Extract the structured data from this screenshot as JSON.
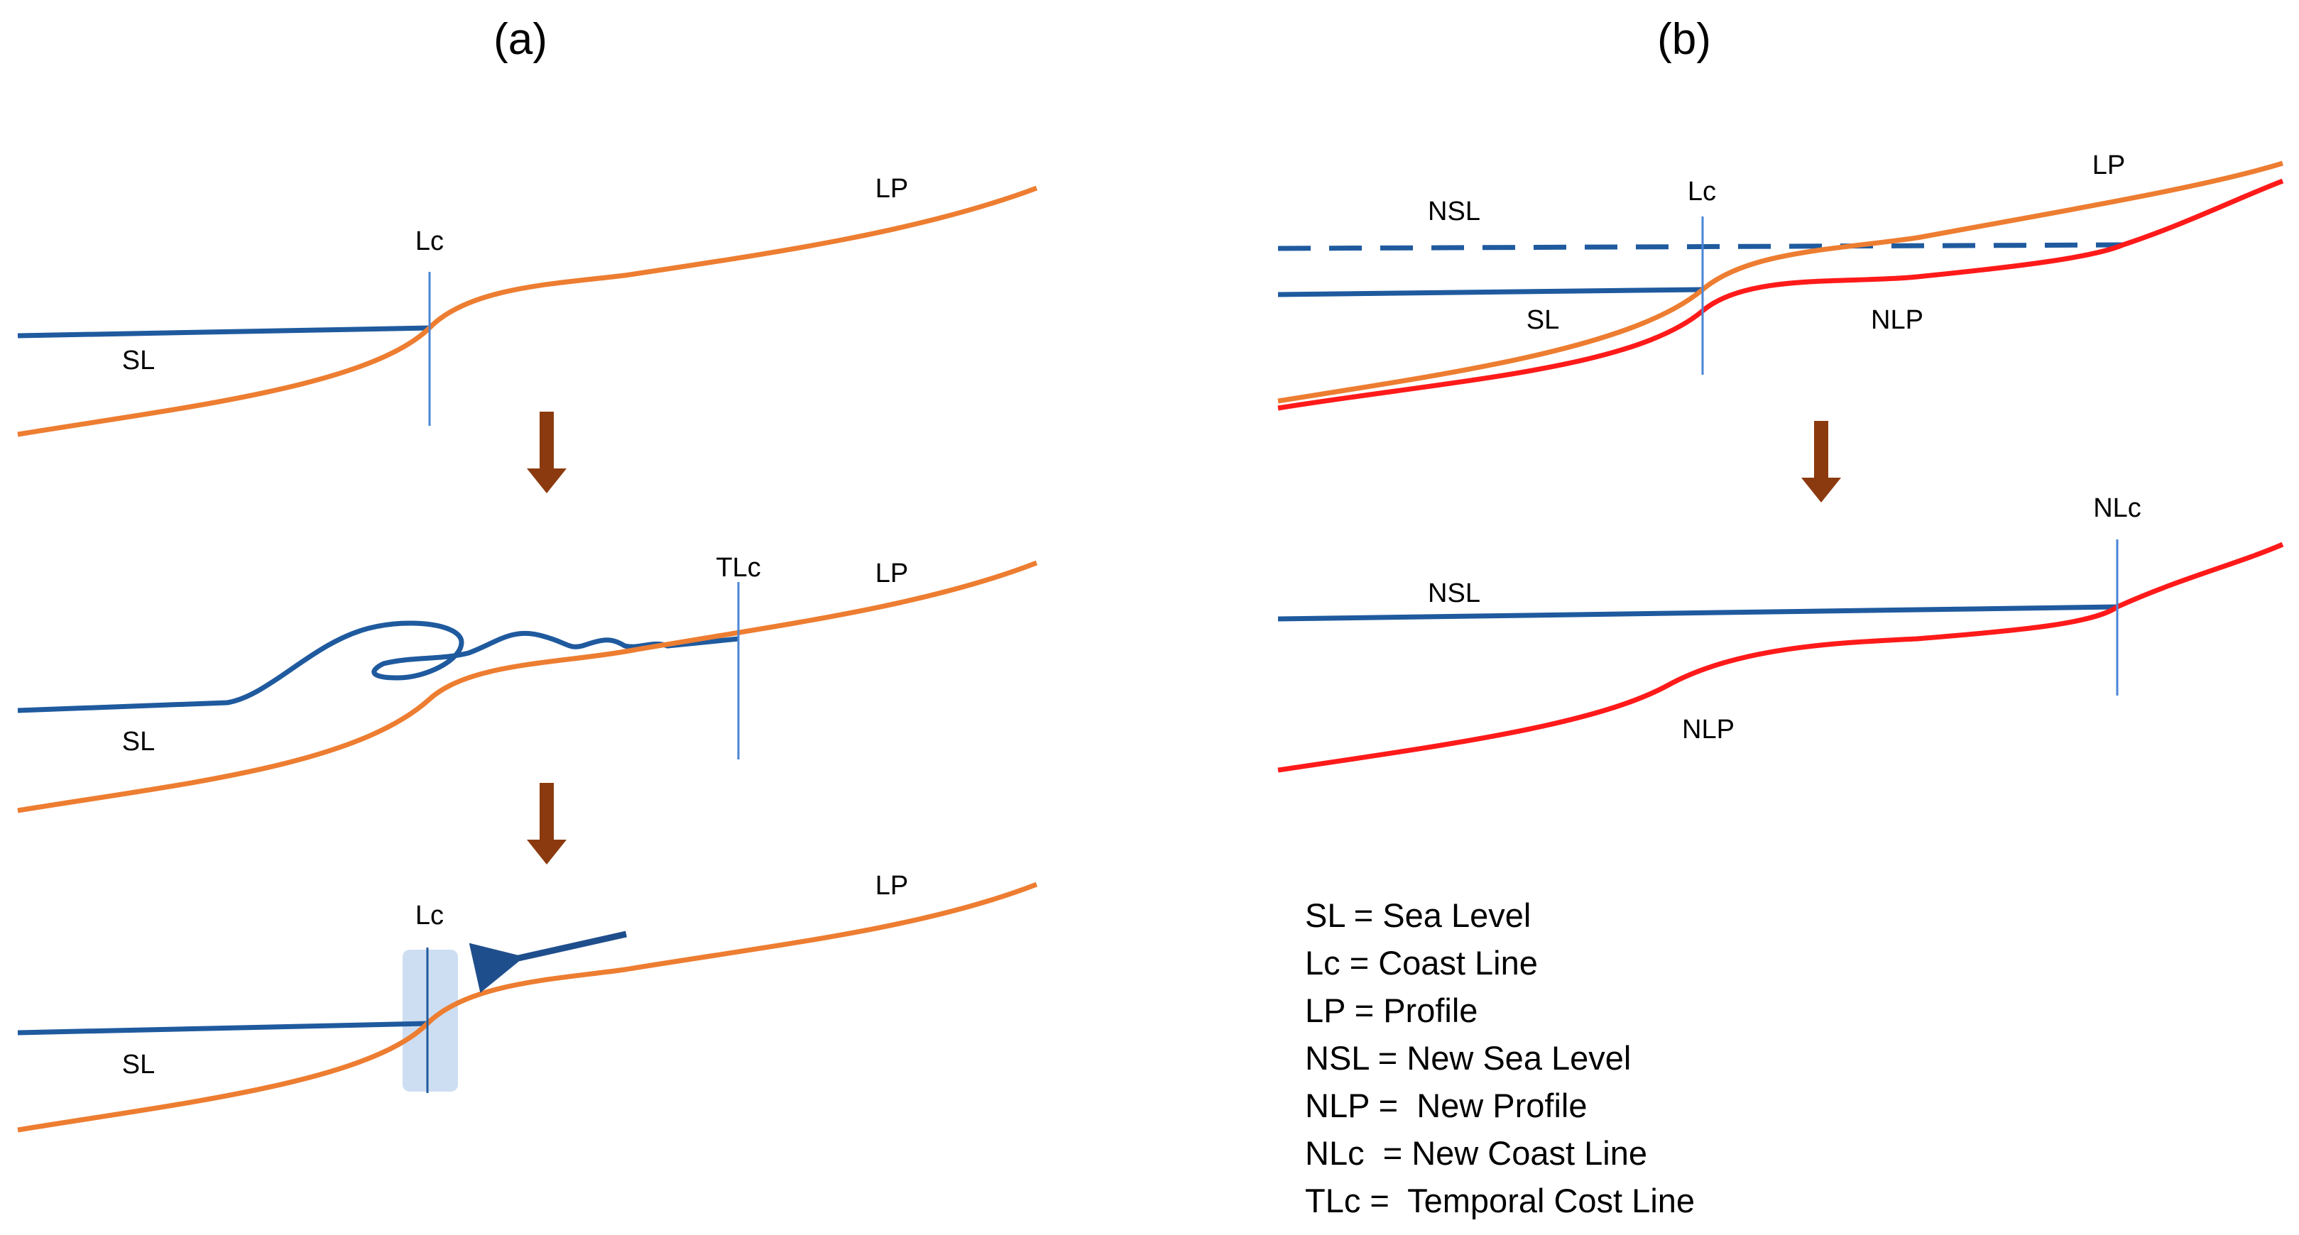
{
  "panels": {
    "a": {
      "title": "(a)",
      "step1": {
        "coast": "Lc",
        "sea": "SL",
        "profile": "LP"
      },
      "step2": {
        "coast": "TLc",
        "sea": "SL",
        "profile": "LP"
      },
      "step3": {
        "coast": "Lc",
        "sea": "SL",
        "profile": "LP"
      }
    },
    "b": {
      "title": "(b)",
      "before": {
        "new_sea": "NSL",
        "coast": "Lc",
        "profile": "LP",
        "sea": "SL",
        "new_profile": "NLP"
      },
      "after": {
        "new_coast": "NLc",
        "new_sea": "NSL",
        "new_profile": "NLP"
      }
    }
  },
  "legend": [
    "SL = Sea Level",
    "Lc = Coast Line",
    "LP = Profile",
    "NSL = New Sea Level",
    "NLP =  New Profile",
    "NLc  = New Coast Line",
    "TLc =  Temporal Cost Line"
  ],
  "colors": {
    "sea_level": "#1f5a9e",
    "profile": "#ed7d31",
    "new_profile": "#ff1a1a",
    "coast_line": "#4a86d6",
    "step_arrow": "#8b3a0f",
    "coast_highlight": "#c5d8f0"
  }
}
